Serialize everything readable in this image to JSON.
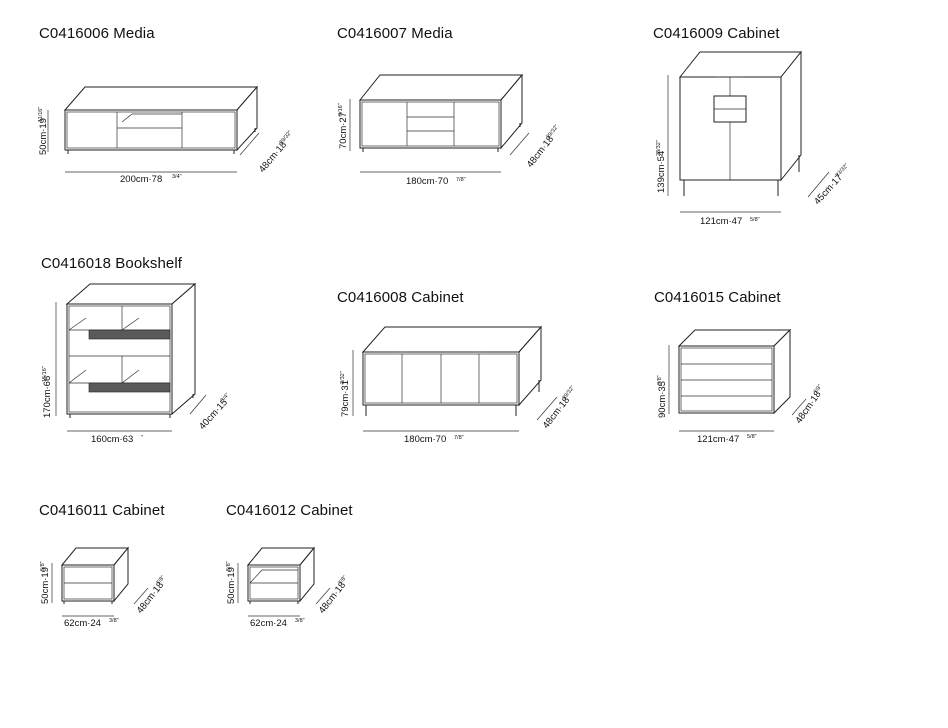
{
  "items": [
    {
      "code": "C0416006 Media",
      "width": "200cm·78",
      "width_frac": "3/4\"",
      "height": "50cm·19",
      "height_frac": "11/16\"",
      "depth": "48cm·18",
      "depth_frac": "29/32\""
    },
    {
      "code": "C0416007 Media",
      "width": "180cm·70",
      "width_frac": "7/8\"",
      "height": "70cm·27",
      "height_frac": "9/16\"",
      "depth": "48cm·18",
      "depth_frac": "29/32\""
    },
    {
      "code": "C0416009 Cabinet",
      "width": "121cm·47",
      "width_frac": "5/8\"",
      "height": "139cm·54",
      "height_frac": "23/32\"",
      "depth": "45cm·17",
      "depth_frac": "23/32\""
    },
    {
      "code": "C0416018 Bookshelf",
      "width": "160cm·63",
      "width_frac": "\"",
      "height": "170cm·66",
      "height_frac": "15/16\"",
      "depth": "40cm·15",
      "depth_frac": "3/4\""
    },
    {
      "code": "C0416008 Cabinet",
      "width": "180cm·70",
      "width_frac": "7/8\"",
      "height": "79cm·31",
      "height_frac": "3/32\"",
      "depth": "48cm·18",
      "depth_frac": "29/32\""
    },
    {
      "code": "C0416015 Cabinet",
      "width": "121cm·47",
      "width_frac": "5/8\"",
      "height": "90cm·35",
      "height_frac": "3/8\"",
      "depth": "48cm·18",
      "depth_frac": "7/8\""
    },
    {
      "code": "C0416011 Cabinet",
      "width": "62cm·24",
      "width_frac": "3/8\"",
      "height": "50cm·19",
      "height_frac": "5/8\"",
      "depth": "48cm·18",
      "depth_frac": "7/8\""
    },
    {
      "code": "C0416012 Cabinet",
      "width": "62cm·24",
      "width_frac": "3/8\"",
      "height": "50cm·19",
      "height_frac": "5/8\"",
      "depth": "48cm·18",
      "depth_frac": "7/8\""
    }
  ]
}
